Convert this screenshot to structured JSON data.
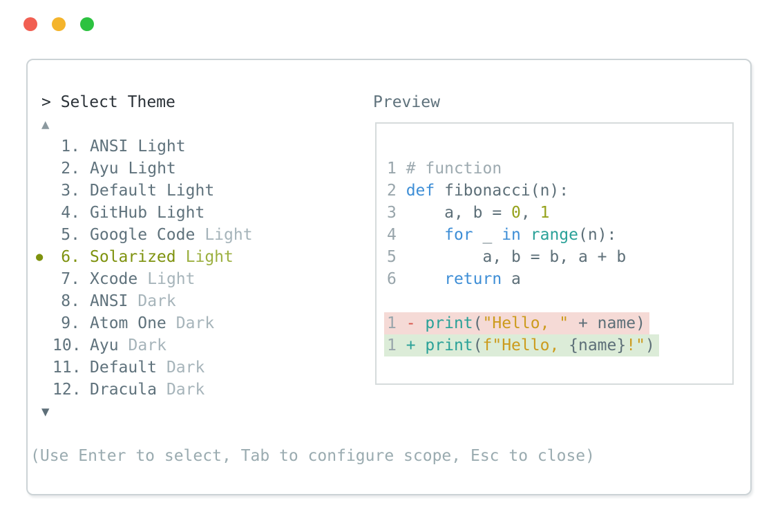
{
  "palette": {
    "dark": "#2b3238",
    "slate": "#5f727c",
    "muted": "#a6b4ba",
    "olive": "#7e920e",
    "olivelight": "#9cb040",
    "blue": "#3e8ed6",
    "teal": "#2aa198",
    "gold": "#cc9b1d",
    "numlit": "#95a21b",
    "red": "#d65348",
    "removedbg": "#f5dad6",
    "addedbg": "#dcecd8",
    "panelborder": "#ccd3d6",
    "boxborder": "#d6dbdc",
    "linenum": "#98a5ab",
    "comment": "#9daab0",
    "code": "#5d6f78",
    "help": "#9aabb0",
    "arrowup": "#8b999f",
    "arrowdown": "#5d6e78",
    "tlred": "#f15f52",
    "tlyellow": "#f4b42c",
    "tlgreen": "#2cc240"
  },
  "window": {
    "buttons": [
      "close",
      "minimize",
      "maximize"
    ]
  },
  "dialog": {
    "title": "> Select Theme",
    "scroll_up_icon": "▲",
    "scroll_down_icon": "▼",
    "selected_marker": "●",
    "help": "(Use Enter to select, Tab to configure scope, Esc to close)",
    "items": [
      {
        "number": "1.",
        "name": "ANSI",
        "variant": "Light",
        "variant_muted": false,
        "selected": false
      },
      {
        "number": "2.",
        "name": "Ayu",
        "variant": "Light",
        "variant_muted": false,
        "selected": false
      },
      {
        "number": "3.",
        "name": "Default",
        "variant": "Light",
        "variant_muted": false,
        "selected": false
      },
      {
        "number": "4.",
        "name": "GitHub",
        "variant": "Light",
        "variant_muted": false,
        "selected": false
      },
      {
        "number": "5.",
        "name": "Google Code",
        "variant": "Light",
        "variant_muted": true,
        "selected": false
      },
      {
        "number": "6.",
        "name": "Solarized",
        "variant": "Light",
        "variant_muted": false,
        "selected": true
      },
      {
        "number": "7.",
        "name": "Xcode",
        "variant": "Light",
        "variant_muted": true,
        "selected": false
      },
      {
        "number": "8.",
        "name": "ANSI",
        "variant": "Dark",
        "variant_muted": true,
        "selected": false
      },
      {
        "number": "9.",
        "name": "Atom One",
        "variant": "Dark",
        "variant_muted": true,
        "selected": false
      },
      {
        "number": "10.",
        "name": "Ayu",
        "variant": "Dark",
        "variant_muted": true,
        "selected": false
      },
      {
        "number": "11.",
        "name": "Default",
        "variant": "Dark",
        "variant_muted": true,
        "selected": false
      },
      {
        "number": "12.",
        "name": "Dracula",
        "variant": "Dark",
        "variant_muted": true,
        "selected": false
      }
    ]
  },
  "preview": {
    "label": "Preview",
    "lines": [
      {
        "num": "1",
        "diff": null,
        "tokens": [
          [
            "# function",
            "c"
          ]
        ]
      },
      {
        "num": "2",
        "diff": null,
        "tokens": [
          [
            "def ",
            "k"
          ],
          [
            "fibonacci(n):",
            "d"
          ]
        ]
      },
      {
        "num": "3",
        "diff": null,
        "tokens": [
          [
            "    a, b = ",
            "d"
          ],
          [
            "0",
            "n"
          ],
          [
            ", ",
            "d"
          ],
          [
            "1",
            "n"
          ]
        ]
      },
      {
        "num": "4",
        "diff": null,
        "tokens": [
          [
            "    ",
            "d"
          ],
          [
            "for",
            "k"
          ],
          [
            " _ ",
            "d"
          ],
          [
            "in",
            "k"
          ],
          [
            " ",
            "d"
          ],
          [
            "range",
            "t"
          ],
          [
            "(n):",
            "d"
          ]
        ]
      },
      {
        "num": "5",
        "diff": null,
        "tokens": [
          [
            "        a, b = b, a + b",
            "d"
          ]
        ]
      },
      {
        "num": "6",
        "diff": null,
        "tokens": [
          [
            "    ",
            "d"
          ],
          [
            "return",
            "k"
          ],
          [
            " a",
            "d"
          ]
        ]
      },
      {
        "num": "",
        "diff": null,
        "tokens": []
      },
      {
        "num": "1",
        "diff": "removed",
        "tokens": [
          [
            "- ",
            "r"
          ],
          [
            "print",
            "t"
          ],
          [
            "(",
            "d"
          ],
          [
            "\"Hello, \"",
            "s"
          ],
          [
            " + name",
            "d"
          ],
          [
            ")",
            "d"
          ]
        ]
      },
      {
        "num": "1",
        "diff": "added",
        "tokens": [
          [
            "+ ",
            "t"
          ],
          [
            "print",
            "t"
          ],
          [
            "(",
            "d"
          ],
          [
            "f\"Hello, ",
            "s"
          ],
          [
            "{name}",
            "d"
          ],
          [
            "!\"",
            "s"
          ],
          [
            ")",
            "d"
          ]
        ]
      }
    ]
  }
}
